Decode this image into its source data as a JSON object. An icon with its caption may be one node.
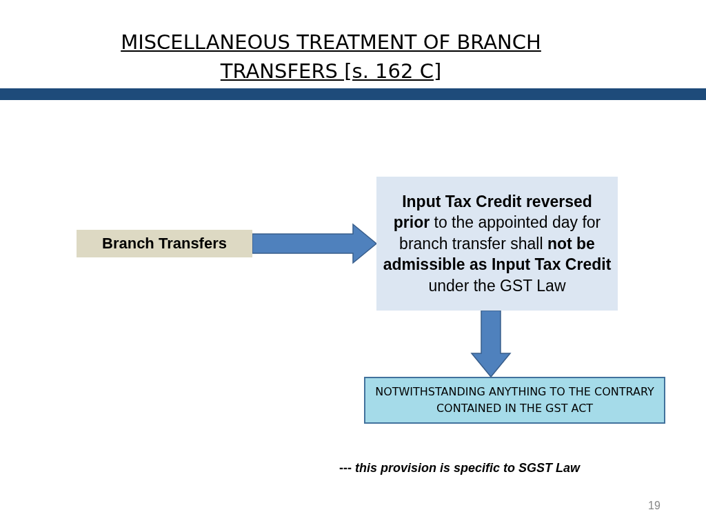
{
  "diagram": {
    "title": "MISCELLANEOUS TREATMENT OF BRANCH TRANSFERS [s. 162 C]",
    "nodes": [
      {
        "text": [
          "Branch Transfers"
        ]
      },
      {
        "text": [
          "**Input Tax Credit reversed prior** to the appointed day for branch transfer shall **not be admissible as Input Tax Credit** under the GST Law"
        ]
      },
      {
        "text": [
          "NOTWITHSTANDING ANYTHING TO THE CONTRARY CONTAINED IN THE GST ACT"
        ]
      }
    ],
    "edges": [
      {
        "from": 0,
        "to": 1,
        "arrow": "to"
      },
      {
        "from": 1,
        "to": 2,
        "arrow": "to"
      }
    ],
    "labels": [
      "--- *this provision is specific to SGST Law*",
      "19"
    ]
  }
}
